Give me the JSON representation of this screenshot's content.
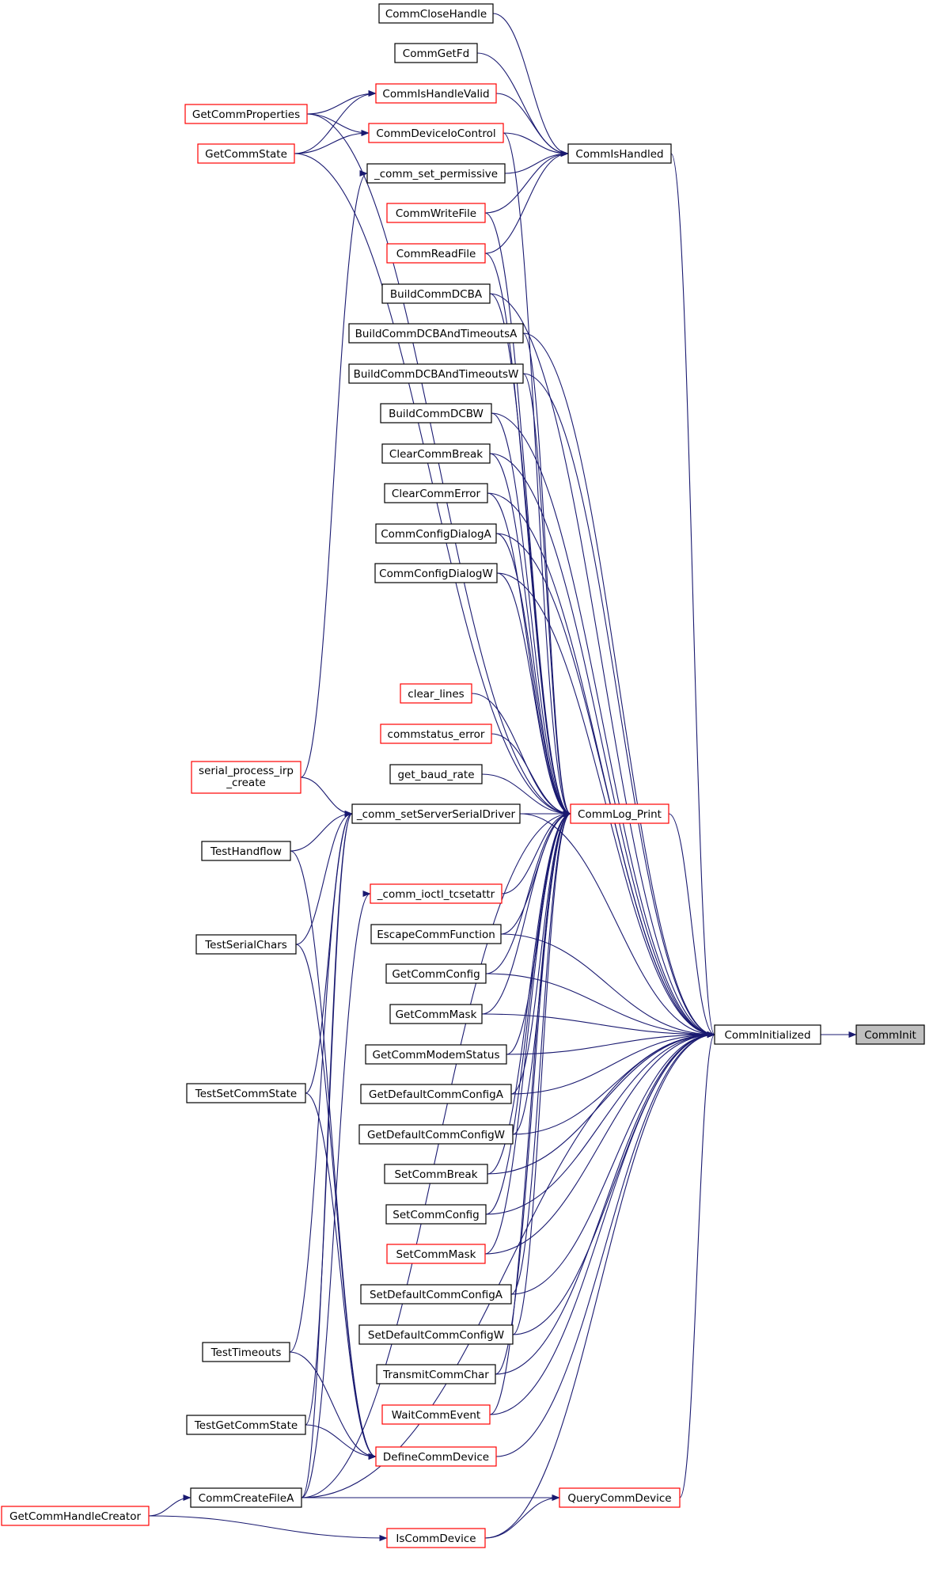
{
  "colors": {
    "edge": "#191970",
    "border_default": "#000000",
    "border_truncated": "#ff0000",
    "fill_default": "#ffffff",
    "fill_root": "#bfbfbf",
    "text": "#000000"
  },
  "graph": {
    "root": "CommInit",
    "nodes": [
      {
        "id": "CommCloseHandle",
        "label": "CommCloseHandle",
        "style": "default"
      },
      {
        "id": "CommGetFd",
        "label": "CommGetFd",
        "style": "default"
      },
      {
        "id": "CommIsHandleValid",
        "label": "CommIsHandleValid",
        "style": "truncated"
      },
      {
        "id": "GetCommProperties",
        "label": "GetCommProperties",
        "style": "truncated"
      },
      {
        "id": "CommDeviceIoControl",
        "label": "CommDeviceIoControl",
        "style": "truncated"
      },
      {
        "id": "GetCommState",
        "label": "GetCommState",
        "style": "truncated"
      },
      {
        "id": "CommIsHandled",
        "label": "CommIsHandled",
        "style": "default"
      },
      {
        "id": "comm_set_permissive",
        "label": "_comm_set_permissive",
        "style": "default"
      },
      {
        "id": "CommWriteFile",
        "label": "CommWriteFile",
        "style": "truncated"
      },
      {
        "id": "CommReadFile",
        "label": "CommReadFile",
        "style": "truncated"
      },
      {
        "id": "BuildCommDCBA",
        "label": "BuildCommDCBA",
        "style": "default"
      },
      {
        "id": "BuildCommDCBAndTimeoutsA",
        "label": "BuildCommDCBAndTimeoutsA",
        "style": "default"
      },
      {
        "id": "BuildCommDCBAndTimeoutsW",
        "label": "BuildCommDCBAndTimeoutsW",
        "style": "default"
      },
      {
        "id": "BuildCommDCBW",
        "label": "BuildCommDCBW",
        "style": "default"
      },
      {
        "id": "ClearCommBreak",
        "label": "ClearCommBreak",
        "style": "default"
      },
      {
        "id": "ClearCommError",
        "label": "ClearCommError",
        "style": "default"
      },
      {
        "id": "CommConfigDialogA",
        "label": "CommConfigDialogA",
        "style": "default"
      },
      {
        "id": "CommConfigDialogW",
        "label": "CommConfigDialogW",
        "style": "default"
      },
      {
        "id": "clear_lines",
        "label": "clear_lines",
        "style": "truncated"
      },
      {
        "id": "commstatus_error",
        "label": "commstatus_error",
        "style": "truncated"
      },
      {
        "id": "get_baud_rate",
        "label": "get_baud_rate",
        "style": "default"
      },
      {
        "id": "serial_process_irp_create",
        "label": "serial_process_irp\n_create",
        "style": "truncated"
      },
      {
        "id": "comm_setServerSerialDriver",
        "label": "_comm_setServerSerialDriver",
        "style": "default"
      },
      {
        "id": "CommLog_Print",
        "label": "CommLog_Print",
        "style": "truncated"
      },
      {
        "id": "TestHandflow",
        "label": "TestHandflow",
        "style": "default"
      },
      {
        "id": "comm_ioctl_tcsetattr",
        "label": "_comm_ioctl_tcsetattr",
        "style": "truncated"
      },
      {
        "id": "EscapeCommFunction",
        "label": "EscapeCommFunction",
        "style": "default"
      },
      {
        "id": "TestSerialChars",
        "label": "TestSerialChars",
        "style": "default"
      },
      {
        "id": "GetCommConfig",
        "label": "GetCommConfig",
        "style": "default"
      },
      {
        "id": "GetCommMask",
        "label": "GetCommMask",
        "style": "default"
      },
      {
        "id": "CommInitialized",
        "label": "CommInitialized",
        "style": "default"
      },
      {
        "id": "CommInit",
        "label": "CommInit",
        "style": "root"
      },
      {
        "id": "GetCommModemStatus",
        "label": "GetCommModemStatus",
        "style": "default"
      },
      {
        "id": "TestSetCommState",
        "label": "TestSetCommState",
        "style": "default"
      },
      {
        "id": "GetDefaultCommConfigA",
        "label": "GetDefaultCommConfigA",
        "style": "default"
      },
      {
        "id": "GetDefaultCommConfigW",
        "label": "GetDefaultCommConfigW",
        "style": "default"
      },
      {
        "id": "SetCommBreak",
        "label": "SetCommBreak",
        "style": "default"
      },
      {
        "id": "SetCommConfig",
        "label": "SetCommConfig",
        "style": "default"
      },
      {
        "id": "SetCommMask",
        "label": "SetCommMask",
        "style": "truncated"
      },
      {
        "id": "SetDefaultCommConfigA",
        "label": "SetDefaultCommConfigA",
        "style": "default"
      },
      {
        "id": "TestTimeouts",
        "label": "TestTimeouts",
        "style": "default"
      },
      {
        "id": "SetDefaultCommConfigW",
        "label": "SetDefaultCommConfigW",
        "style": "default"
      },
      {
        "id": "TransmitCommChar",
        "label": "TransmitCommChar",
        "style": "default"
      },
      {
        "id": "WaitCommEvent",
        "label": "WaitCommEvent",
        "style": "truncated"
      },
      {
        "id": "TestGetCommState",
        "label": "TestGetCommState",
        "style": "default"
      },
      {
        "id": "DefineCommDevice",
        "label": "DefineCommDevice",
        "style": "truncated"
      },
      {
        "id": "CommCreateFileA",
        "label": "CommCreateFileA",
        "style": "default"
      },
      {
        "id": "QueryCommDevice",
        "label": "QueryCommDevice",
        "style": "truncated"
      },
      {
        "id": "GetCommHandleCreator",
        "label": "GetCommHandleCreator",
        "style": "truncated"
      },
      {
        "id": "IsCommDevice",
        "label": "IsCommDevice",
        "style": "truncated"
      }
    ],
    "edges": [
      [
        "CommInitialized",
        "CommInit"
      ],
      [
        "CommIsHandled",
        "CommInitialized"
      ],
      [
        "CommLog_Print",
        "CommInitialized"
      ],
      [
        "comm_setServerSerialDriver",
        "CommInitialized"
      ],
      [
        "BuildCommDCBA",
        "CommInitialized"
      ],
      [
        "BuildCommDCBAndTimeoutsA",
        "CommInitialized"
      ],
      [
        "BuildCommDCBAndTimeoutsW",
        "CommInitialized"
      ],
      [
        "BuildCommDCBW",
        "CommInitialized"
      ],
      [
        "ClearCommBreak",
        "CommInitialized"
      ],
      [
        "ClearCommError",
        "CommInitialized"
      ],
      [
        "CommConfigDialogA",
        "CommInitialized"
      ],
      [
        "CommConfigDialogW",
        "CommInitialized"
      ],
      [
        "EscapeCommFunction",
        "CommInitialized"
      ],
      [
        "GetCommConfig",
        "CommInitialized"
      ],
      [
        "GetCommMask",
        "CommInitialized"
      ],
      [
        "GetCommModemStatus",
        "CommInitialized"
      ],
      [
        "GetDefaultCommConfigA",
        "CommInitialized"
      ],
      [
        "GetDefaultCommConfigW",
        "CommInitialized"
      ],
      [
        "SetCommBreak",
        "CommInitialized"
      ],
      [
        "SetCommConfig",
        "CommInitialized"
      ],
      [
        "SetCommMask",
        "CommInitialized"
      ],
      [
        "SetDefaultCommConfigA",
        "CommInitialized"
      ],
      [
        "SetDefaultCommConfigW",
        "CommInitialized"
      ],
      [
        "TransmitCommChar",
        "CommInitialized"
      ],
      [
        "WaitCommEvent",
        "CommInitialized"
      ],
      [
        "DefineCommDevice",
        "CommInitialized"
      ],
      [
        "QueryCommDevice",
        "CommInitialized"
      ],
      [
        "IsCommDevice",
        "CommInitialized"
      ],
      [
        "CommCreateFileA",
        "CommInitialized"
      ],
      [
        "CommCloseHandle",
        "CommIsHandled"
      ],
      [
        "CommGetFd",
        "CommIsHandled"
      ],
      [
        "CommIsHandleValid",
        "CommIsHandled"
      ],
      [
        "CommDeviceIoControl",
        "CommIsHandled"
      ],
      [
        "comm_set_permissive",
        "CommIsHandled"
      ],
      [
        "CommWriteFile",
        "CommIsHandled"
      ],
      [
        "CommReadFile",
        "CommIsHandled"
      ],
      [
        "GetCommProperties",
        "CommIsHandleValid"
      ],
      [
        "GetCommState",
        "CommIsHandleValid"
      ],
      [
        "GetCommProperties",
        "CommDeviceIoControl"
      ],
      [
        "GetCommState",
        "CommDeviceIoControl"
      ],
      [
        "serial_process_irp_create",
        "comm_set_permissive"
      ],
      [
        "CommDeviceIoControl",
        "CommLog_Print"
      ],
      [
        "CommWriteFile",
        "CommLog_Print"
      ],
      [
        "CommReadFile",
        "CommLog_Print"
      ],
      [
        "BuildCommDCBA",
        "CommLog_Print"
      ],
      [
        "BuildCommDCBAndTimeoutsA",
        "CommLog_Print"
      ],
      [
        "BuildCommDCBAndTimeoutsW",
        "CommLog_Print"
      ],
      [
        "BuildCommDCBW",
        "CommLog_Print"
      ],
      [
        "ClearCommBreak",
        "CommLog_Print"
      ],
      [
        "ClearCommError",
        "CommLog_Print"
      ],
      [
        "CommConfigDialogA",
        "CommLog_Print"
      ],
      [
        "CommConfigDialogW",
        "CommLog_Print"
      ],
      [
        "GetCommProperties",
        "CommLog_Print"
      ],
      [
        "GetCommState",
        "CommLog_Print"
      ],
      [
        "clear_lines",
        "CommLog_Print"
      ],
      [
        "commstatus_error",
        "CommLog_Print"
      ],
      [
        "get_baud_rate",
        "CommLog_Print"
      ],
      [
        "comm_setServerSerialDriver",
        "CommLog_Print"
      ],
      [
        "comm_ioctl_tcsetattr",
        "CommLog_Print"
      ],
      [
        "EscapeCommFunction",
        "CommLog_Print"
      ],
      [
        "GetCommConfig",
        "CommLog_Print"
      ],
      [
        "GetCommMask",
        "CommLog_Print"
      ],
      [
        "GetCommModemStatus",
        "CommLog_Print"
      ],
      [
        "GetDefaultCommConfigA",
        "CommLog_Print"
      ],
      [
        "GetDefaultCommConfigW",
        "CommLog_Print"
      ],
      [
        "SetCommBreak",
        "CommLog_Print"
      ],
      [
        "SetCommConfig",
        "CommLog_Print"
      ],
      [
        "SetCommMask",
        "CommLog_Print"
      ],
      [
        "SetDefaultCommConfigA",
        "CommLog_Print"
      ],
      [
        "SetDefaultCommConfigW",
        "CommLog_Print"
      ],
      [
        "TransmitCommChar",
        "CommLog_Print"
      ],
      [
        "WaitCommEvent",
        "CommLog_Print"
      ],
      [
        "CommCreateFileA",
        "CommLog_Print"
      ],
      [
        "serial_process_irp_create",
        "comm_setServerSerialDriver"
      ],
      [
        "TestHandflow",
        "comm_setServerSerialDriver"
      ],
      [
        "TestSerialChars",
        "comm_setServerSerialDriver"
      ],
      [
        "TestSetCommState",
        "comm_setServerSerialDriver"
      ],
      [
        "TestTimeouts",
        "comm_setServerSerialDriver"
      ],
      [
        "TestGetCommState",
        "comm_setServerSerialDriver"
      ],
      [
        "CommCreateFileA",
        "comm_setServerSerialDriver"
      ],
      [
        "CommCreateFileA",
        "comm_ioctl_tcsetattr"
      ],
      [
        "TestHandflow",
        "DefineCommDevice"
      ],
      [
        "TestSerialChars",
        "DefineCommDevice"
      ],
      [
        "TestSetCommState",
        "DefineCommDevice"
      ],
      [
        "TestTimeouts",
        "DefineCommDevice"
      ],
      [
        "TestGetCommState",
        "DefineCommDevice"
      ],
      [
        "CommCreateFileA",
        "QueryCommDevice"
      ],
      [
        "IsCommDevice",
        "QueryCommDevice"
      ],
      [
        "GetCommHandleCreator",
        "CommCreateFileA"
      ],
      [
        "GetCommHandleCreator",
        "IsCommDevice"
      ]
    ]
  }
}
